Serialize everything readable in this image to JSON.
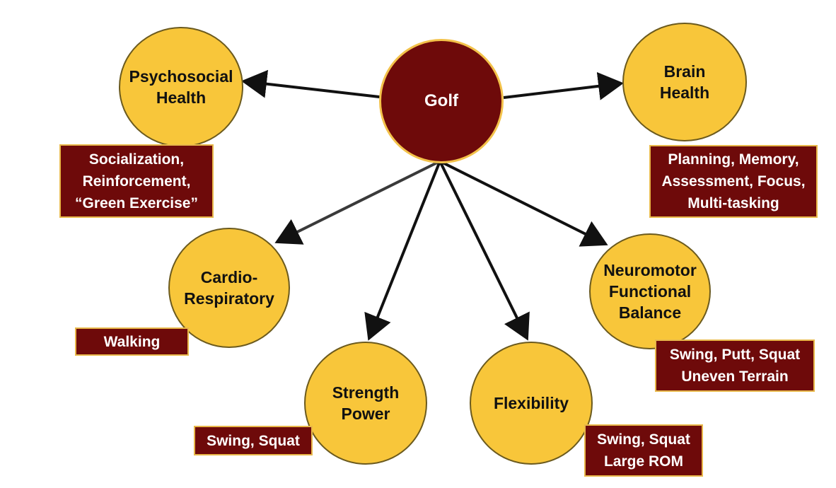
{
  "hub": {
    "label": "Golf"
  },
  "outcomes": [
    {
      "id": "psychosocial",
      "lines": [
        "Psychosocial",
        "Health"
      ],
      "activities": [
        "Socialization,",
        "Reinforcement,",
        "“Green Exercise”"
      ]
    },
    {
      "id": "brain",
      "lines": [
        "Brain",
        "Health"
      ],
      "activities": [
        "Planning, Memory,",
        "Assessment, Focus,",
        "Multi-tasking"
      ]
    },
    {
      "id": "cardio",
      "lines": [
        "Cardio-",
        "Respiratory"
      ],
      "activities": [
        "Walking"
      ]
    },
    {
      "id": "neuromotor",
      "lines": [
        "Neuromotor",
        "Functional",
        "Balance"
      ],
      "activities": [
        "Swing, Putt, Squat",
        "Uneven Terrain"
      ]
    },
    {
      "id": "strength",
      "lines": [
        "Strength",
        "Power"
      ],
      "activities": [
        "Swing, Squat"
      ]
    },
    {
      "id": "flexibility",
      "lines": [
        "Flexibility"
      ],
      "activities": [
        "Swing, Squat",
        "Large ROM"
      ]
    }
  ],
  "colors": {
    "hub_fill": "#6e0a0a",
    "outcome_fill": "#f8c63a",
    "activity_box_fill": "#6e0a0a",
    "arrow": "#111111"
  }
}
